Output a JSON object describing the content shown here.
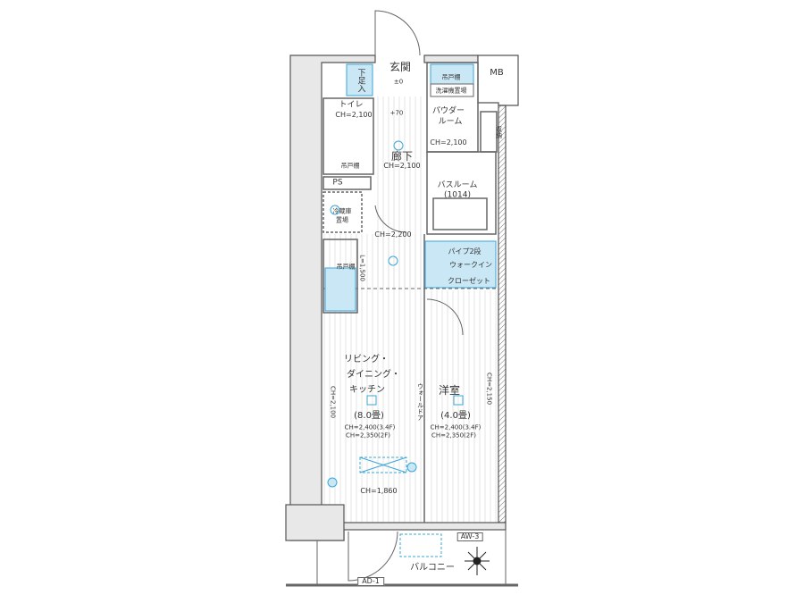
{
  "colors": {
    "wall": "#555555",
    "fixture_blue": "#3aa6d9",
    "fill_blue": "#c9e7f5",
    "line": "#888888"
  },
  "labels": {
    "entrance": "玄関",
    "entrance_level": "±0",
    "mb": "MB",
    "shoe_storage": "下足入",
    "upper_cabinet_laundry": "吊戸棚",
    "laundry_space": "洗濯機置場",
    "toilet": "トイレ",
    "toilet_ch": "CH=2,100",
    "step": "+70",
    "powder_room_1": "パウダー",
    "powder_room_2": "ルーム",
    "powder_ch": "CH=2,100",
    "storage": "収納",
    "hallway": "廊下",
    "hallway_ch": "CH=2,100",
    "toilet_cabinet": "吊戸棚",
    "ps": "PS",
    "bathroom": "バスルーム",
    "bathroom_size": "(1014)",
    "fridge_1": "冷蔵庫",
    "fridge_2": "置場",
    "hall_ch": "CH=2,200",
    "pipe": "パイプ2段",
    "walkin_1": "ウォークイン",
    "walkin_2": "クローゼット",
    "kitchen_cabinet": "吊戸棚",
    "kitchen_length": "L=1,500",
    "ldk_1": "リビング・",
    "ldk_2": "ダイニング・",
    "ldk_3": "キッチン",
    "ldk_size": "(8.0畳)",
    "ldk_ch1": "CH=2,400(3.4F)",
    "ldk_ch2": "CH=2,350(2F)",
    "ldk_side_ch": "CH=2,100",
    "western_room": "洋室",
    "western_size": "(4.0畳)",
    "western_ch1": "CH=2,400(3.4F)",
    "western_ch2": "CH=2,350(2F)",
    "western_side_ch": "CH=2,150",
    "wall_door": "ウォールドア",
    "lower_ch": "CH=1,860",
    "window": "AW-3",
    "balcony": "バルコニー",
    "balcony_door": "AD-1"
  }
}
